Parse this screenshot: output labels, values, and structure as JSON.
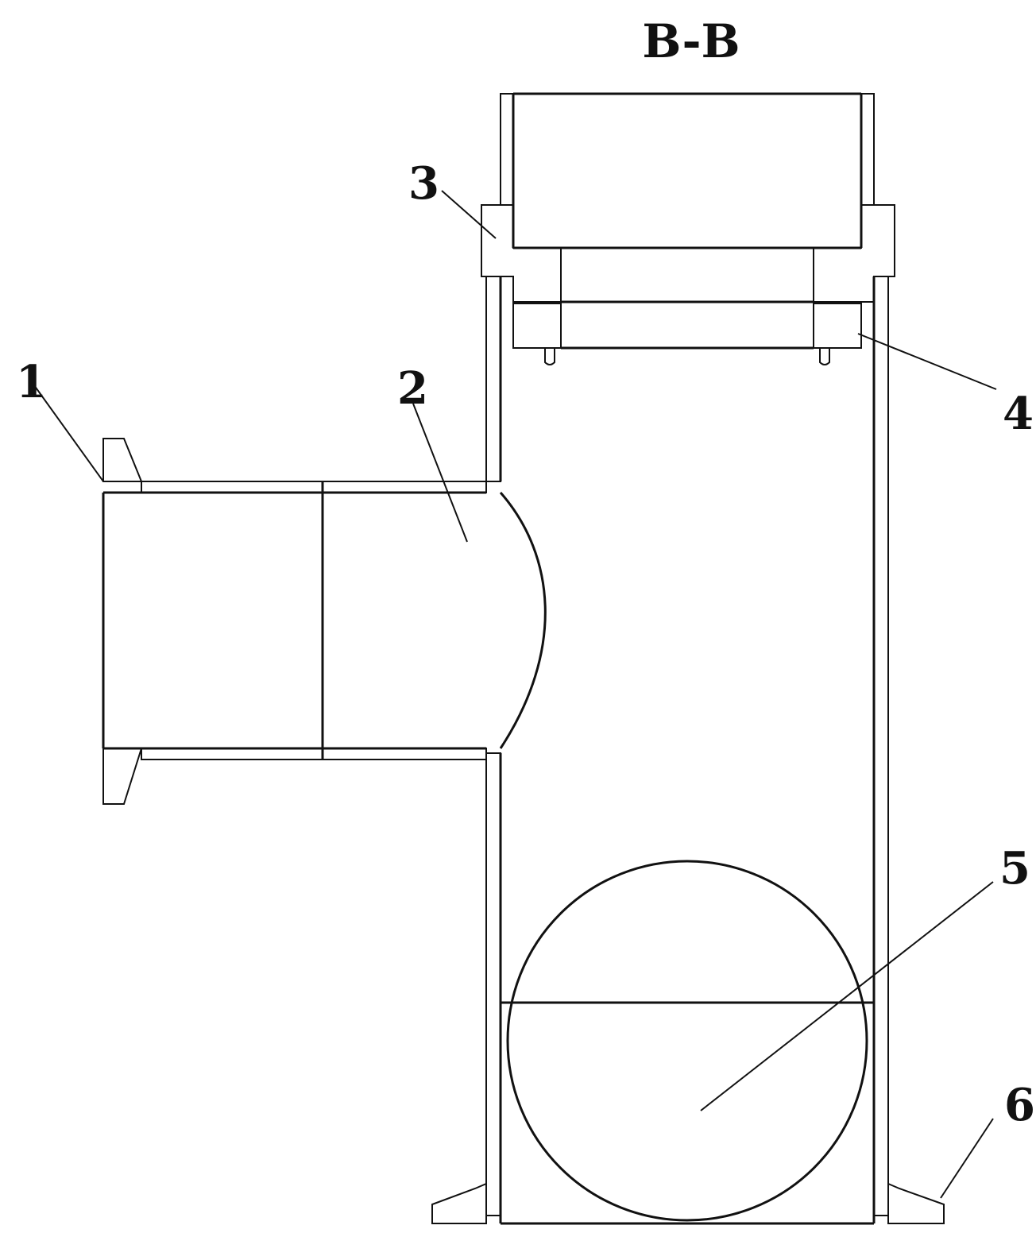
{
  "diagram": {
    "title": "B-B",
    "labels": {
      "l1": "1",
      "l2": "2",
      "l3": "3",
      "l4": "4",
      "l5": "5",
      "l6": "6"
    },
    "colors": {
      "line": "#111111",
      "background": "#ffffff"
    }
  }
}
